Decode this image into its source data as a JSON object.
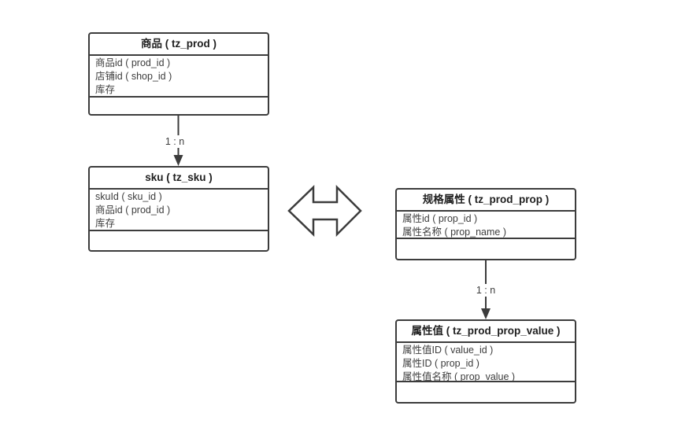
{
  "diagram": {
    "background_color": "#ffffff",
    "stroke_color": "#3c3c3c",
    "text_color": "#3d3d3d",
    "title_color": "#1f1f1f",
    "entities": [
      {
        "name": "prod",
        "title": "商品 ( tz_prod )",
        "fields": [
          "商品id ( prod_id )",
          "店铺id ( shop_id )",
          "库存"
        ]
      },
      {
        "name": "sku",
        "title": "sku ( tz_sku )",
        "fields": [
          "skuId ( sku_id )",
          "商品id ( prod_id )",
          "库存"
        ]
      },
      {
        "name": "prod_prop",
        "title": "规格属性 ( tz_prod_prop )",
        "fields": [
          "属性id ( prop_id )",
          "属性名称 ( prop_name )"
        ]
      },
      {
        "name": "prod_prop_value",
        "title": "属性值 ( tz_prod_prop_value )",
        "fields": [
          "属性值ID ( value_id )",
          "属性ID ( prop_id )",
          "属性值名称 ( prop_value )"
        ]
      }
    ],
    "connectors": [
      {
        "from": "prod",
        "to": "sku",
        "label": "1 : n"
      },
      {
        "from": "prod_prop",
        "to": "prod_prop_value",
        "label": "1 : n"
      }
    ],
    "association": {
      "type": "double-arrow",
      "between": [
        "sku",
        "prod_prop"
      ]
    }
  }
}
